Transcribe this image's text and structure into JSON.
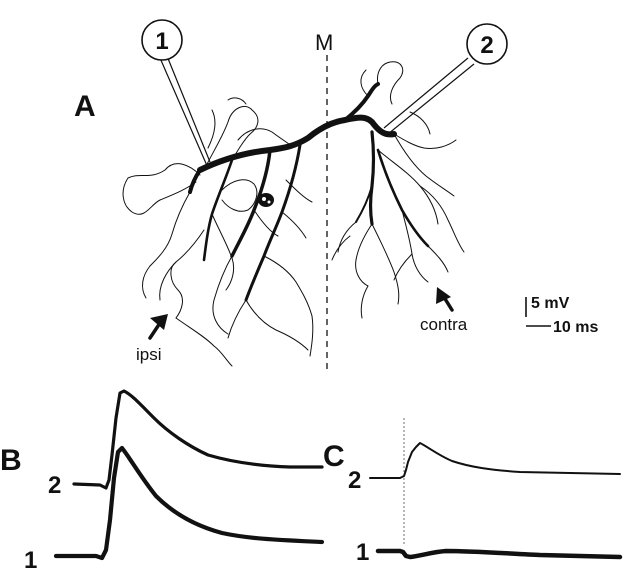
{
  "figure": {
    "panels": {
      "a": "A",
      "b": "B",
      "c": "C"
    },
    "midline_label": "M",
    "electrodes": [
      "1",
      "2"
    ],
    "arrows": {
      "ipsi": "ipsi",
      "contra": "contra"
    },
    "scale_bar": {
      "voltage": "5 mV",
      "time": "10 ms"
    },
    "traces": {
      "b": [
        {
          "label": "2"
        },
        {
          "label": "1"
        }
      ],
      "c": [
        {
          "label": "2"
        },
        {
          "label": "1"
        }
      ]
    },
    "colors": {
      "ink": "#111111",
      "background": "#ffffff"
    }
  }
}
